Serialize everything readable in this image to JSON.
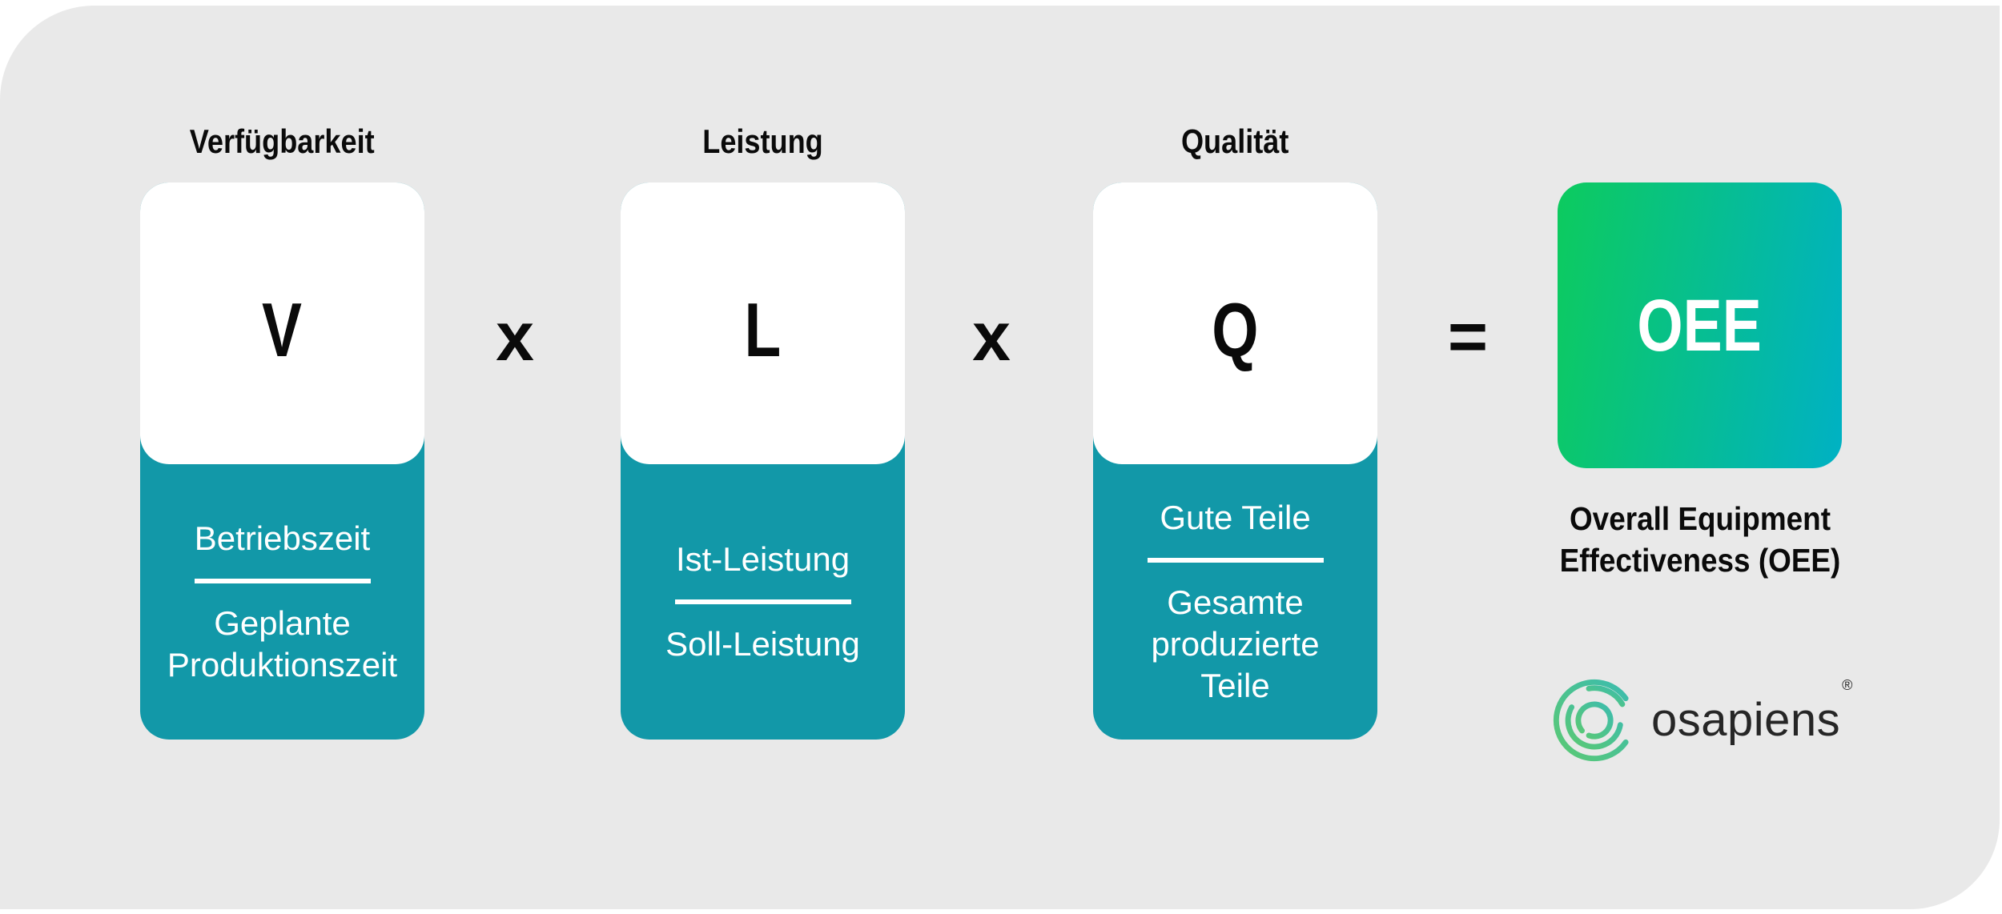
{
  "formula": {
    "factors": [
      {
        "label": "Verfügbarkeit",
        "letter": "V",
        "numerator": "Betriebszeit",
        "denominator": "Geplante Produktionszeit"
      },
      {
        "label": "Leistung",
        "letter": "L",
        "numerator": "Ist-Leistung",
        "denominator": "Soll-Leistung"
      },
      {
        "label": "Qualität",
        "letter": "Q",
        "numerator": "Gute Teile",
        "denominator": "Gesamte produzierte Teile"
      }
    ],
    "operators": {
      "times1": "x",
      "times2": "x",
      "equals": "="
    },
    "result": {
      "abbr": "OEE",
      "caption_line1": "Overall Equipment",
      "caption_line2": "Effectiveness (OEE)"
    }
  },
  "branding": {
    "wordmark": "osapiens",
    "registered_mark": "®"
  },
  "colors": {
    "background": "#e9e9e9",
    "teal": "#1298a8",
    "gradient_start": "#0dcb5e",
    "gradient_end": "#00b1c4",
    "logo_teal": "#3cbcae",
    "logo_green": "#5bc973"
  }
}
